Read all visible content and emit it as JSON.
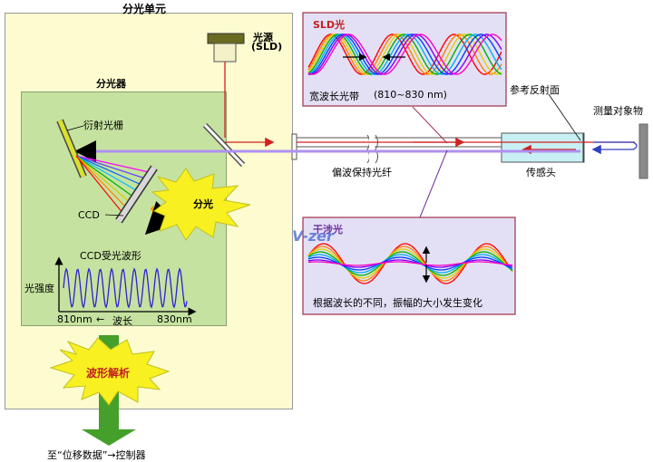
{
  "unit": {
    "title": "分光单元",
    "spectrometer_title": "分光器",
    "grating_label": "衍射光栅",
    "ccd_label": "CCD",
    "burst_split_label": "分光",
    "ccd_waveform_label": "CCD受光波形",
    "intensity_label": "光强度",
    "axis_left": "810nm",
    "axis_arrow": "←",
    "axis_mid": "波长",
    "axis_right": "830nm",
    "burst_analysis_label": "波形解析"
  },
  "source": {
    "label_line1": "光源",
    "label_line2": "(SLD)"
  },
  "sld_panel": {
    "title": "SLD光",
    "caption": "宽波长光带",
    "range": "(810~830 nm)"
  },
  "fiber_label": "偏波保持光纤",
  "sensor_label": "传感头",
  "ref_label": "参考反射面",
  "target_label": "测量对象物",
  "interf_panel": {
    "title": "干涉光",
    "caption": "根据波长的不同，振幅的大小发生变化"
  },
  "watermark": "V-zer",
  "output_label": "至“位移数据”→控制器",
  "colors": {
    "unit_fill": "#fdfbd0",
    "spectrometer_fill": "#c6e2a0",
    "panel_fill": "#e3e0f5",
    "panel_border": "#a0304a",
    "laser_red": "#d02020",
    "return_violet": "#b090f0",
    "green_arrow": "#44a02a",
    "burst_yellow": "#f8f020"
  }
}
